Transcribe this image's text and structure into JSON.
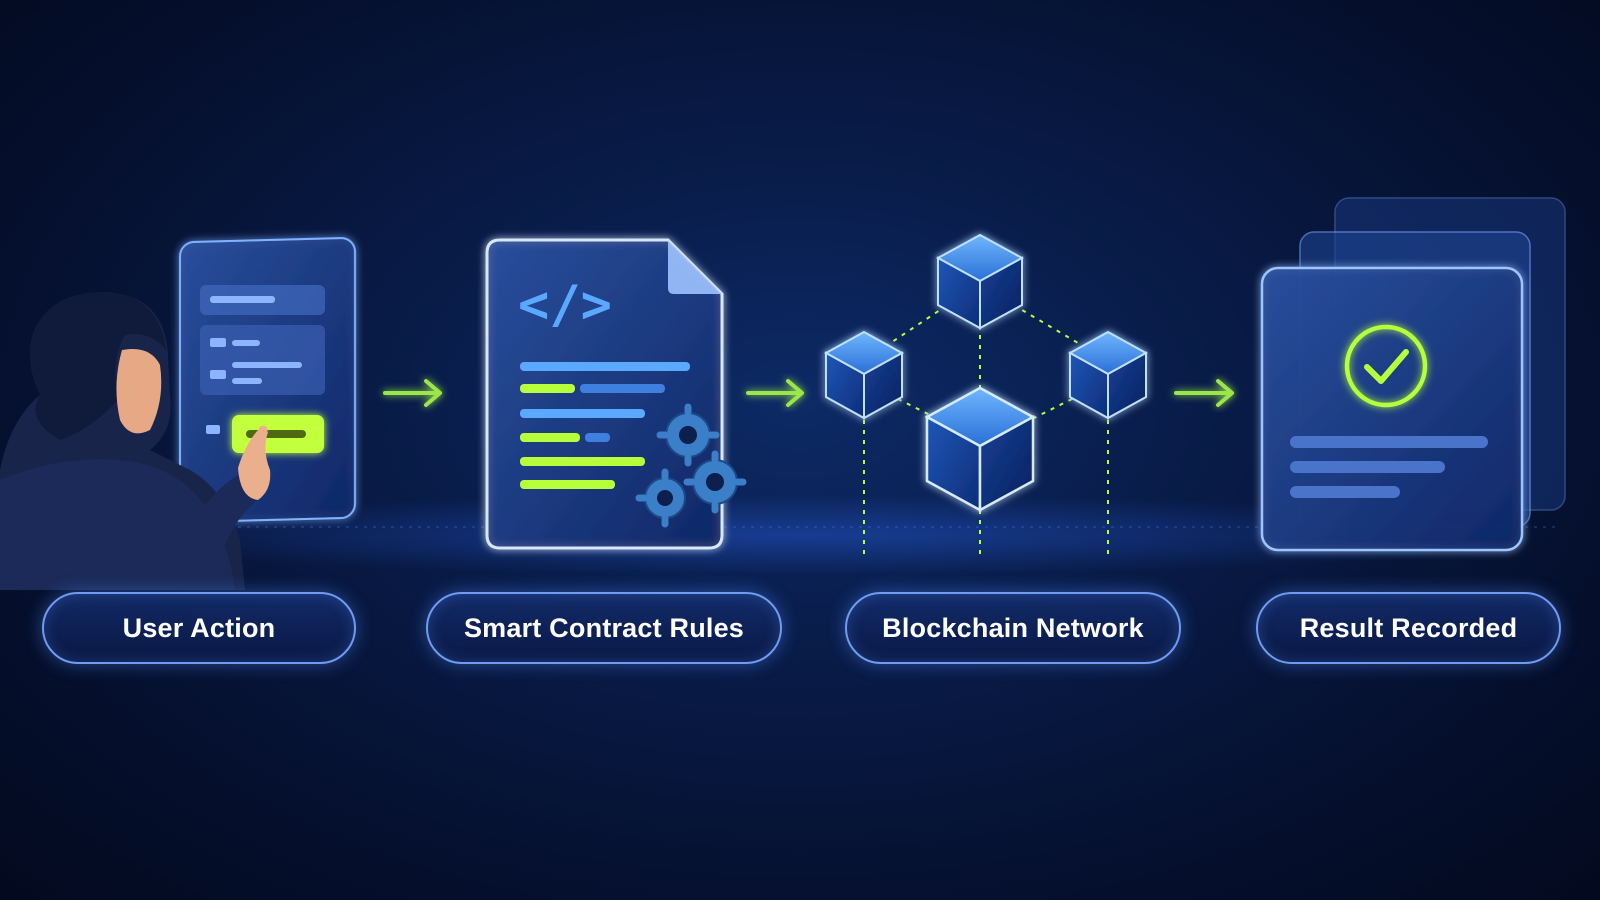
{
  "steps": [
    {
      "label": "User Action",
      "icon": "user-tapping-screen-icon"
    },
    {
      "label": "Smart Contract Rules",
      "icon": "code-document-gears-icon"
    },
    {
      "label": "Blockchain Network",
      "icon": "connected-blocks-icon"
    },
    {
      "label": "Result Recorded",
      "icon": "checkmark-document-icon"
    }
  ],
  "code_glyph": "</>",
  "connector": "arrow-right-icon",
  "colors": {
    "background": "#071640",
    "accent_green": "#b6ff3a",
    "accent_blue": "#5aa8ff",
    "pill_border": "#6f9bf0",
    "text": "#ffffff"
  }
}
